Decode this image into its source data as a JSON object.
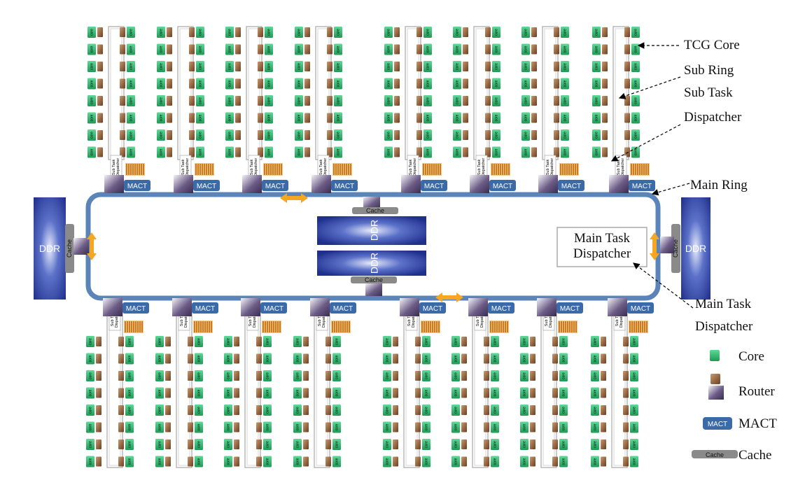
{
  "labels": {
    "tcg_core": "TCG Core",
    "sub_ring": "Sub Ring",
    "sub_task": "Sub Task",
    "dispatcher": "Dispatcher",
    "main_ring": "Main Ring",
    "main_task_box_line1": "Main Task",
    "main_task_box_line2": "Dispatcher",
    "main_task_line1": "Main Task",
    "main_task_line2": "Dispatcher"
  },
  "component_text": {
    "core": "core",
    "mact": "MACT",
    "ddr": "DDR",
    "cache": "Cache",
    "sub_task_dispatcher_line1": "Sub Task",
    "sub_task_dispatcher_line2": "Dispatcher"
  },
  "legend": [
    {
      "icon": "core-icon",
      "label": "Core"
    },
    {
      "icon": "router-icon",
      "label": "Router"
    },
    {
      "icon": "mact-icon",
      "label": "MACT"
    },
    {
      "icon": "cache-icon",
      "label": "Cache"
    }
  ],
  "structure": {
    "clusters_per_side": 8,
    "core_rows_per_column": 8,
    "columns_per_cluster": 2
  },
  "colors": {
    "core_green": "#2ebd6e",
    "router_brown": "#8b5a3c",
    "mact_blue": "#3a6aa8",
    "ring_blue": "#5b84b8",
    "ddr_blue": "#2a3f9c",
    "arrow_orange": "#f5a623",
    "cache_gray": "#8a8a8a",
    "dispatcher_orange": "#d9892b"
  }
}
